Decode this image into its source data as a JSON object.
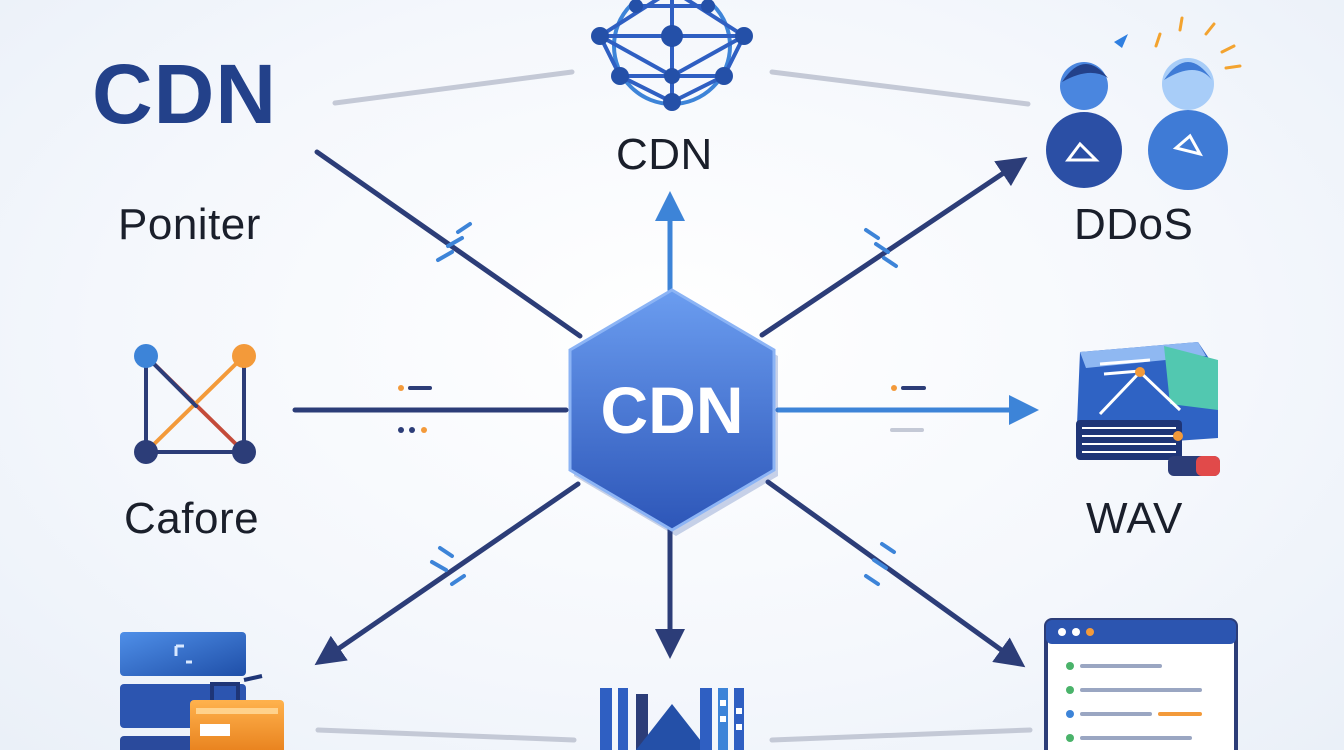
{
  "brand_title": "CDN",
  "hub_label": "CDN",
  "nodes": {
    "top": "CDN",
    "pointer": "Poniter",
    "cafore": "Cafore",
    "ddos": "DDoS",
    "wav": "WAV"
  },
  "colors": {
    "navy": "#23418a",
    "line": "#2c3d78",
    "hub_light": "#5b8ee6",
    "hub_dark": "#2f5fc2",
    "accent_orange": "#f39a3a",
    "accent_blue": "#3d84d8",
    "pale_line": "#c4c9d6"
  },
  "icons": [
    "network-globe-icon",
    "users-icon",
    "graph-icon",
    "server-stack-icon",
    "device-icon",
    "browser-window-icon",
    "building-icon"
  ]
}
